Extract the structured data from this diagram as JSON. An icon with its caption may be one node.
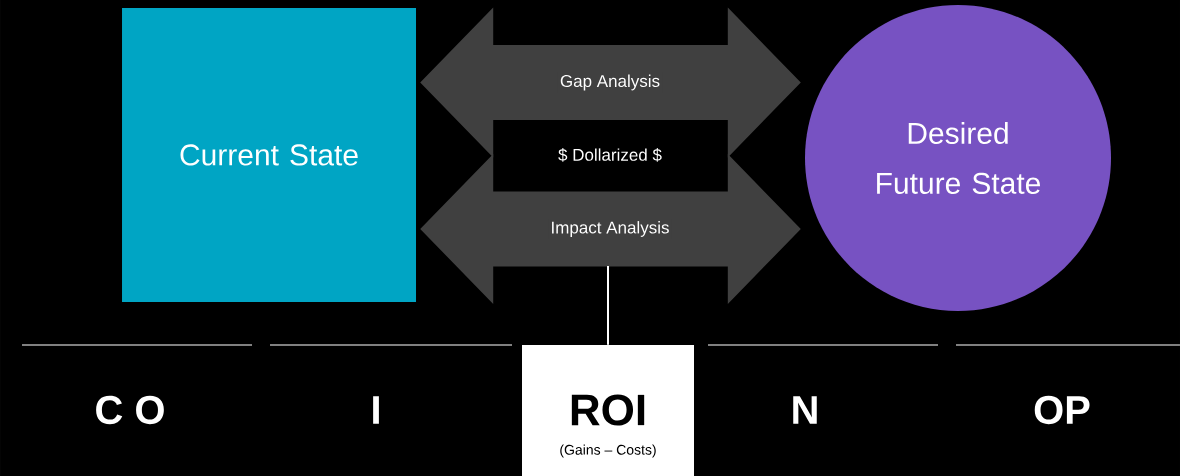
{
  "diagram": {
    "nodes": [
      {
        "text": [
          "Current State"
        ]
      },
      {
        "text": [
          "Desired Future State"
        ]
      },
      {
        "text": [
          "$ Dollarized $"
        ]
      },
      {
        "text": [
          "ROI",
          "(Gains – Costs)"
        ]
      }
    ],
    "edges": [
      {
        "from": 0,
        "to": 1,
        "arrow": "both",
        "label": "Gap Analysis",
        "style": "thick"
      },
      {
        "from": 0,
        "to": 1,
        "arrow": "both",
        "label": "Impact Analysis",
        "style": "thick"
      },
      {
        "from": null,
        "to": 3,
        "arrow": "none",
        "color": "#ffffff"
      }
    ],
    "labels": [
      "C O",
      "I",
      "N",
      "OP"
    ]
  }
}
